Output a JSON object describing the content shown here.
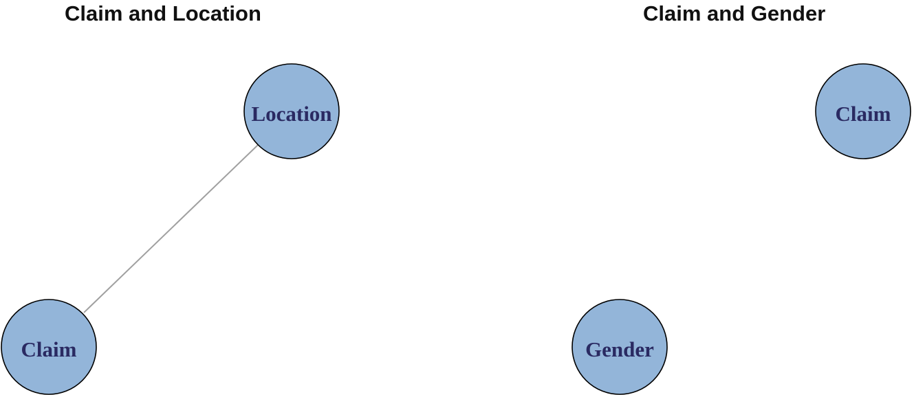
{
  "colors": {
    "node_fill": "#93b5d9",
    "node_stroke": "#000000",
    "node_text": "#2a2a62",
    "edge": "#a0a0a0"
  },
  "panels": [
    {
      "title": "Claim and Location",
      "nodes": {
        "location": {
          "label": "Location"
        },
        "claim": {
          "label": "Claim"
        }
      },
      "edges": [
        {
          "from": "claim",
          "to": "location"
        }
      ]
    },
    {
      "title": "Claim and Gender",
      "nodes": {
        "claim": {
          "label": "Claim"
        },
        "gender": {
          "label": "Gender"
        }
      },
      "edges": []
    }
  ]
}
